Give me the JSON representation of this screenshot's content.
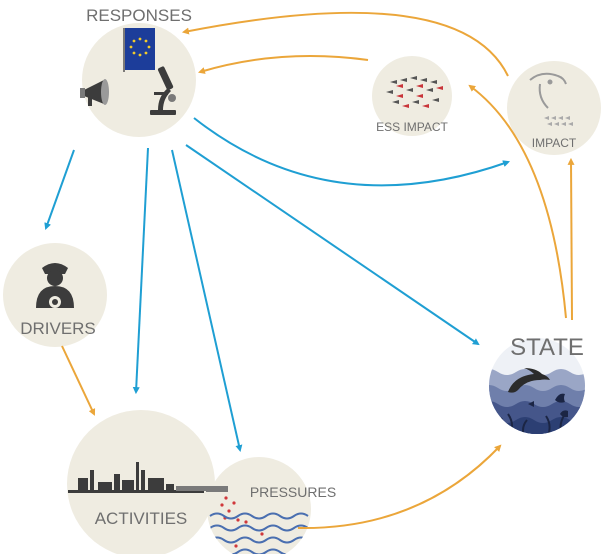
{
  "nodes": {
    "responses": {
      "label": "RESPONSES"
    },
    "drivers": {
      "label": "DRIVERS"
    },
    "activities": {
      "label": "ACTIVITIES"
    },
    "pressures": {
      "label": "PRESSURES"
    },
    "state": {
      "label": "STATE"
    },
    "ess_impact": {
      "label": "ESS IMPACT"
    },
    "impact": {
      "label": "IMPACT"
    }
  },
  "icons": {
    "responses": [
      "eu-flag-icon",
      "megaphone-icon",
      "microscope-icon"
    ],
    "drivers": [
      "person-icon"
    ],
    "activities": [
      "industry-skyline-icon"
    ],
    "pressures": [
      "pipe-outflow-icon",
      "water-waves-icon"
    ],
    "state": [
      "dolphin-icon",
      "fish-icon",
      "seaweed-icon"
    ],
    "ess_impact": [
      "fish-school-icon"
    ],
    "impact": [
      "dolphin-head-icon",
      "fish-school-icon"
    ]
  },
  "colors": {
    "circle_fill": "#efece1",
    "response_arrow": "#1f9fd3",
    "cycle_arrow": "#eba63a",
    "label_text": "#6f6f6f",
    "icon_dark": "#3c3c3c",
    "eu_blue": "#1c3d9a",
    "eu_star": "#f2cb2b",
    "sea_dark": "#2c3f73"
  }
}
